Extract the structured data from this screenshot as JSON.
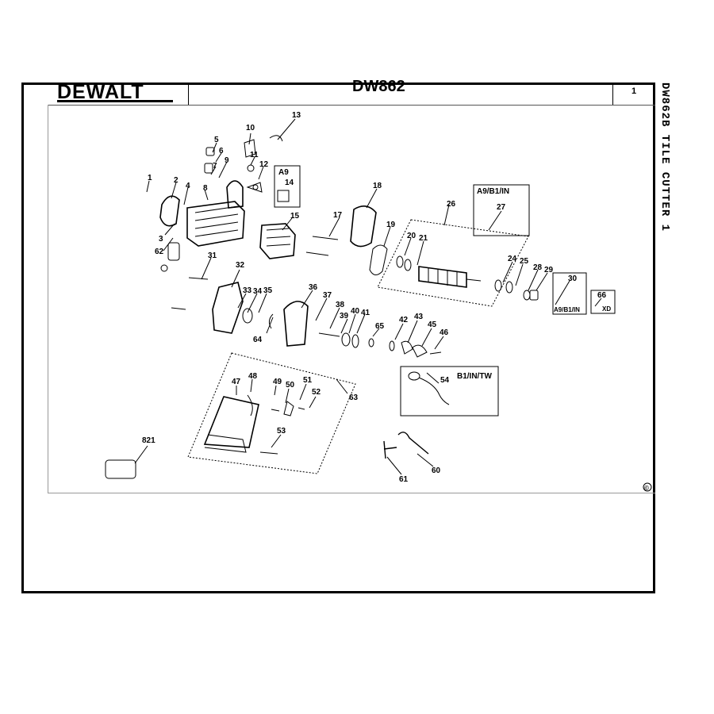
{
  "header": {
    "brand": "DEWALT",
    "model": "DW862",
    "sheet": "1",
    "side_title": "DW862B   TILE CUTTER 1"
  },
  "callouts": {
    "c1": "1",
    "c2": "2",
    "c3": "3",
    "c4": "4",
    "c5": "5",
    "c6": "6",
    "c7": "7",
    "c8": "8",
    "c9": "9",
    "c10": "10",
    "c11": "11",
    "c12": "12",
    "c13": "13",
    "c14": "14",
    "c15": "15",
    "c17": "17",
    "c18": "18",
    "c19": "19",
    "c20": "20",
    "c21": "21",
    "c24": "24",
    "c25": "25",
    "c26": "26",
    "c27": "27",
    "c28": "28",
    "c29": "29",
    "c30": "30",
    "c31": "31",
    "c32": "32",
    "c33": "33",
    "c34": "34",
    "c35": "35",
    "c36": "36",
    "c37": "37",
    "c38": "38",
    "c39": "39",
    "c40": "40",
    "c41": "41",
    "c42": "42",
    "c43": "43",
    "c45": "45",
    "c46": "46",
    "c47": "47",
    "c48": "48",
    "c49": "49",
    "c50": "50",
    "c51": "51",
    "c52": "52",
    "c53": "53",
    "c54": "54",
    "c60": "60",
    "c61": "61",
    "c62": "62",
    "c63": "63",
    "c64": "64",
    "c65": "65",
    "c66": "66",
    "c821": "821"
  },
  "boxes": {
    "a9": "A9",
    "a9b1in_top": "A9/B1/IN",
    "a9b1in_bottom": "A9/B1/IN",
    "xd": "XD",
    "b1intw": "B1/IN/TW"
  },
  "copyright": "©"
}
